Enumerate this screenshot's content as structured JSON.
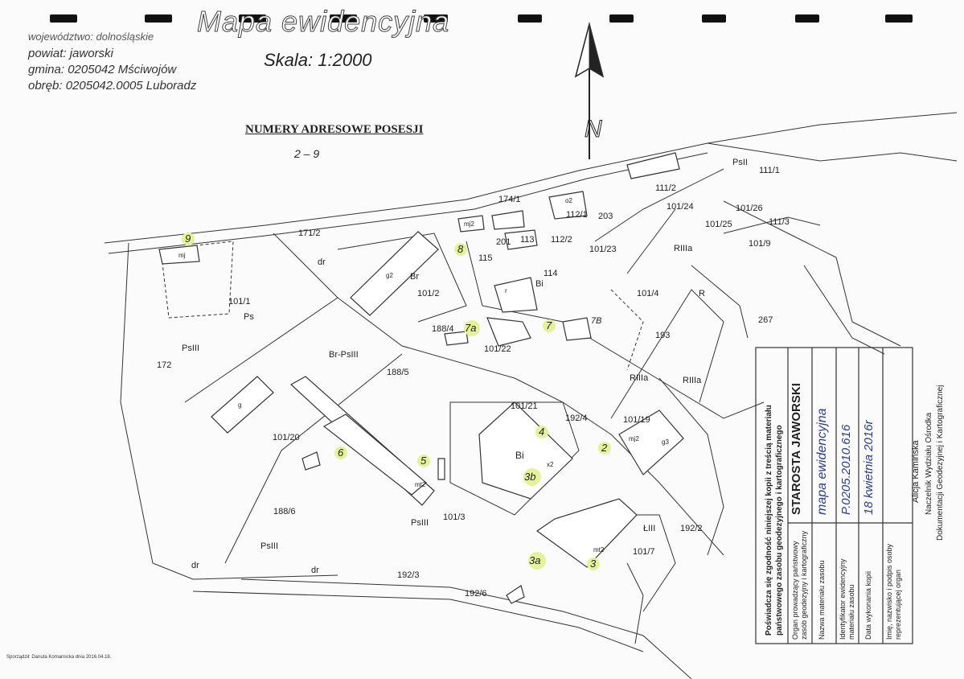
{
  "header": {
    "title": "Mapa ewidencyjna",
    "voivodeship": "województwo: dolnośląskie",
    "county": "powiat: jaworski",
    "commune": "gmina: 0205042 Mściwojów",
    "precinct": "obręb: 0205042.0005 Luboradz",
    "scale": "Skala: 1:2000"
  },
  "section": {
    "title": "NUMERY ADRESOWE POSESJI",
    "range": "2 – 9"
  },
  "parcel_labels": [
    "171/2",
    "174/1",
    "111/2",
    "111/1",
    "101/24",
    "101/26",
    "111/3",
    "101/25",
    "101/9",
    "112/1",
    "112/2",
    "203",
    "113",
    "201",
    "115",
    "114",
    "101/23",
    "101/4",
    "101/2",
    "101/1",
    "188/4",
    "101/22",
    "193",
    "188/5",
    "101/21",
    "192/4",
    "101/19",
    "101/20",
    "172",
    "188/6",
    "101/3",
    "192/2",
    "101/7",
    "192/3",
    "192/6",
    "267"
  ],
  "land_use_labels": [
    "dr",
    "Br",
    "Bi",
    "RIIIa",
    "PsII",
    "Ps",
    "PsIII",
    "R",
    "Br-PsIII",
    "RIIIa",
    "RIIIa",
    "ŁIII",
    "dr",
    "dr",
    "PsIII",
    "PsIII"
  ],
  "building_labels": [
    "mj",
    "mj2",
    "g",
    "g2",
    "g3",
    "mt2",
    "mt2",
    "r",
    "o2",
    "mj2",
    "x2",
    "Bi"
  ],
  "address_numbers": [
    "9",
    "8",
    "7a",
    "7",
    "7B",
    "6",
    "5",
    "4",
    "3b",
    "3a",
    "3",
    "2"
  ],
  "certification": {
    "statement": "Poświadcza się zgodność niniejszej kopii z treścią materiału państwowego zasobu geodezyjnego i kartograficznego",
    "row_labels": [
      "Organ prowadzący państwowy zasób geodezyjny i kartograficzny",
      "Nazwa materiału zasobu",
      "Identyfikator ewidencyjny materiału zasobu",
      "Data wykonania kopii",
      "Imię, nazwisko i podpis osoby reprezentującej organ"
    ],
    "row_values": [
      "STAROSTA JAWORSKI",
      "mapa ewidencyjna",
      "P.0205.2010.616",
      "18 kwietnia 2016r",
      ""
    ],
    "signatory": [
      "Alicja Kamińska",
      "Naczelnik Wydziału Ośrodka",
      "Dokumentacji Geodezyjnej i Kartograficznej"
    ]
  },
  "north_label": "N",
  "footer": "Sporządził: Danuta Komarnicka dnia 2016.04.18."
}
